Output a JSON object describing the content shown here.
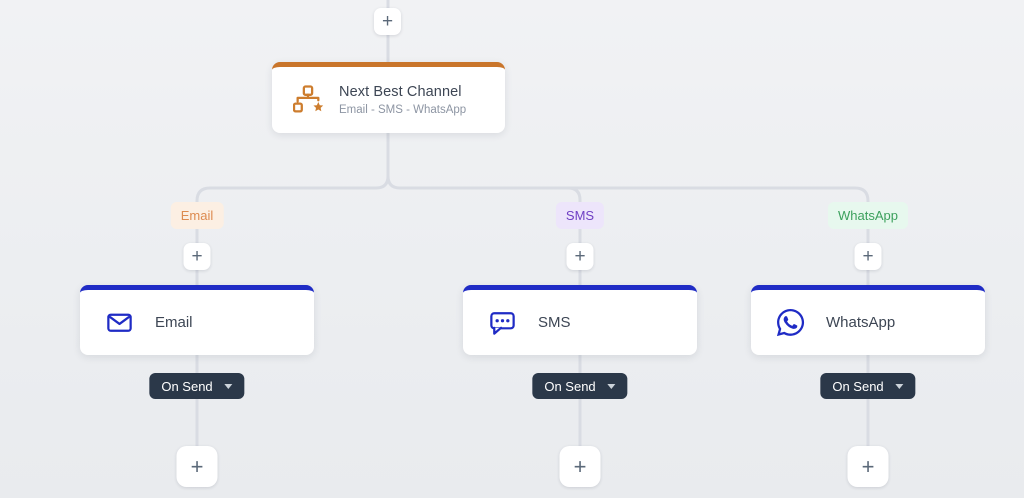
{
  "canvas": {
    "connector_color": "#d9dce3",
    "background_top": "#f1f2f4",
    "background_bottom": "#e9ebee"
  },
  "plus_label": "+",
  "root_node": {
    "title": "Next Best Channel",
    "subtitle": "Email - SMS - WhatsApp",
    "accent_color": "#c9752b",
    "icon": "org-chart-star-icon",
    "icon_color": "#cd7d2e"
  },
  "branches": [
    {
      "badge": {
        "label": "Email",
        "bg": "#fcefe3",
        "color": "#dd8b50"
      },
      "node": {
        "label": "Email",
        "icon": "email-envelope-icon",
        "accent_color": "#1f2bc5",
        "icon_color": "#1f2bc5"
      },
      "action": {
        "label": "On Send",
        "bg": "#2b3849"
      }
    },
    {
      "badge": {
        "label": "SMS",
        "bg": "#ede5fb",
        "color": "#6f3fc4"
      },
      "node": {
        "label": "SMS",
        "icon": "sms-bubble-icon",
        "accent_color": "#1f2bc5",
        "icon_color": "#1f2bc5"
      },
      "action": {
        "label": "On Send",
        "bg": "#2b3849"
      }
    },
    {
      "badge": {
        "label": "WhatsApp",
        "bg": "#e7f8ee",
        "color": "#3ca15d"
      },
      "node": {
        "label": "WhatsApp",
        "icon": "whatsapp-icon",
        "accent_color": "#1f2bc5",
        "icon_color": "#1f2bc5"
      },
      "action": {
        "label": "On Send",
        "bg": "#2b3849"
      }
    }
  ]
}
